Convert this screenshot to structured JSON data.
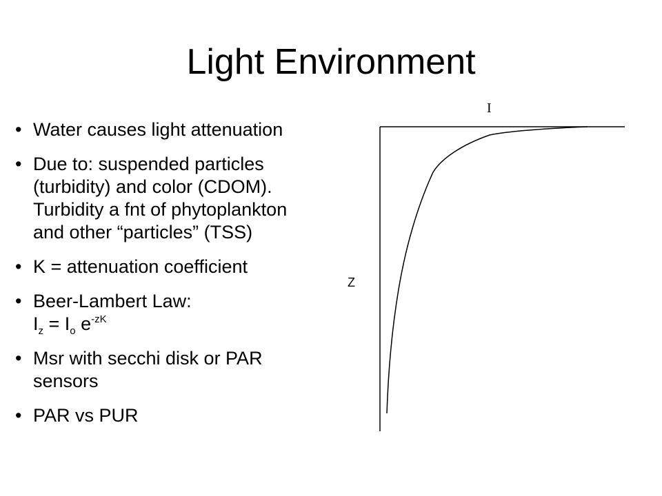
{
  "slide": {
    "title": "Light Environment"
  },
  "bullets": [
    {
      "lines": [
        "Water causes light attenuation"
      ]
    },
    {
      "lines": [
        "Due to: suspended particles",
        "(turbidity) and color (CDOM).",
        "Turbidity a fnt of phytoplankton",
        "and other “particles” (TSS)"
      ]
    },
    {
      "lines": [
        "K = attenuation coefficient"
      ]
    },
    {
      "lines": [
        "Beer-Lambert Law:"
      ],
      "formula": {
        "i1": "I",
        "sub1": "z",
        "eq": " = I",
        "sub2": "o",
        "e": " e",
        "sup": "-zK"
      }
    },
    {
      "lines": [
        "Msr with secchi disk or PAR",
        "sensors"
      ]
    },
    {
      "lines": [
        "PAR vs PUR"
      ]
    }
  ],
  "diagram": {
    "x_label": "I",
    "y_label": "Z"
  },
  "bullet_glyph": "•"
}
